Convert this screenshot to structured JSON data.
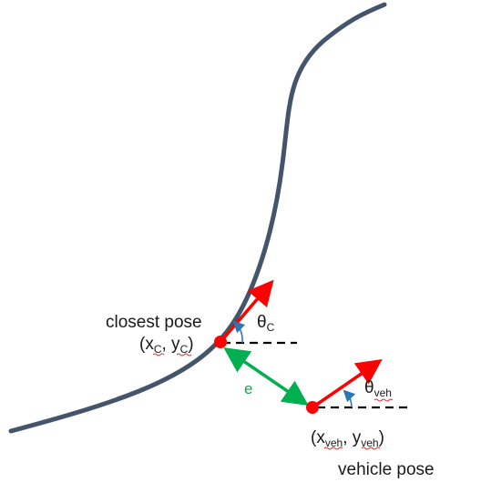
{
  "labels": {
    "closest_pose_title": "closest pose",
    "closest_pose_coord_open": "(x",
    "closest_pose_coord_sub1": "C",
    "closest_pose_coord_mid": ", y",
    "closest_pose_coord_sub2": "C",
    "closest_pose_coord_close": ")",
    "theta_c_symbol": "θ",
    "theta_c_sub": "C",
    "error_label": "e",
    "theta_veh_symbol": "θ",
    "theta_veh_sub": "veh",
    "vehicle_coord_open": "(x",
    "vehicle_coord_sub1": "veh",
    "vehicle_coord_mid": ", y",
    "vehicle_coord_sub2": "veh",
    "vehicle_coord_close": ")",
    "vehicle_pose_title": "vehicle pose"
  },
  "colors": {
    "path": "#44546a",
    "pose_point": "#ff0000",
    "heading_arrow": "#ff0000",
    "error_arrow": "#00b050",
    "angle_arc": "#2e75b6",
    "reference_line": "#000000"
  }
}
